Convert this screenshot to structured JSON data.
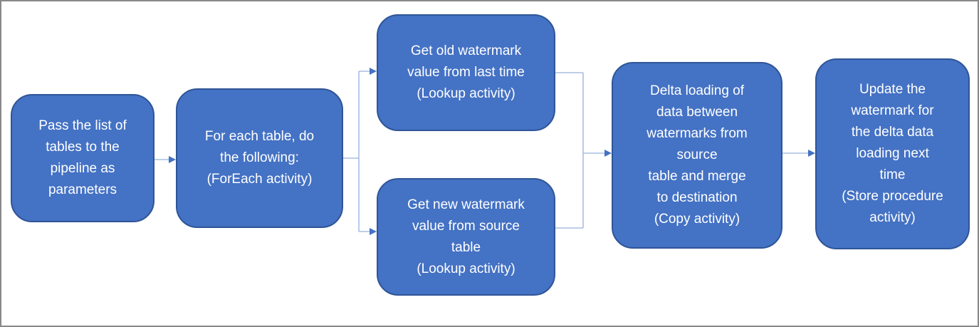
{
  "colors": {
    "node_fill": "#4472C4",
    "node_border": "#2F5597",
    "node_text": "#ffffff",
    "connector_line": "#A9BDE2",
    "connector_arrow": "#4472C4",
    "frame_border": "#888888",
    "canvas_background": "#ffffff"
  },
  "diagram": {
    "nodes": [
      {
        "id": "pass-list",
        "label": "Pass the list of\ntables to the\npipeline as\nparameters"
      },
      {
        "id": "foreach",
        "label": "For each table, do\nthe following:\n(ForEach activity)"
      },
      {
        "id": "old-wm",
        "label": "Get old watermark\nvalue from last time\n(Lookup activity)"
      },
      {
        "id": "new-wm",
        "label": "Get new watermark\nvalue from source\ntable\n(Lookup activity)"
      },
      {
        "id": "delta-load",
        "label": "Delta loading of\ndata between\nwatermarks from\nsource\ntable and merge\nto destination\n(Copy activity)"
      },
      {
        "id": "update-wm",
        "label": "Update the\nwatermark for\nthe delta data\nloading next\ntime\n(Store procedure\nactivity)"
      }
    ]
  }
}
